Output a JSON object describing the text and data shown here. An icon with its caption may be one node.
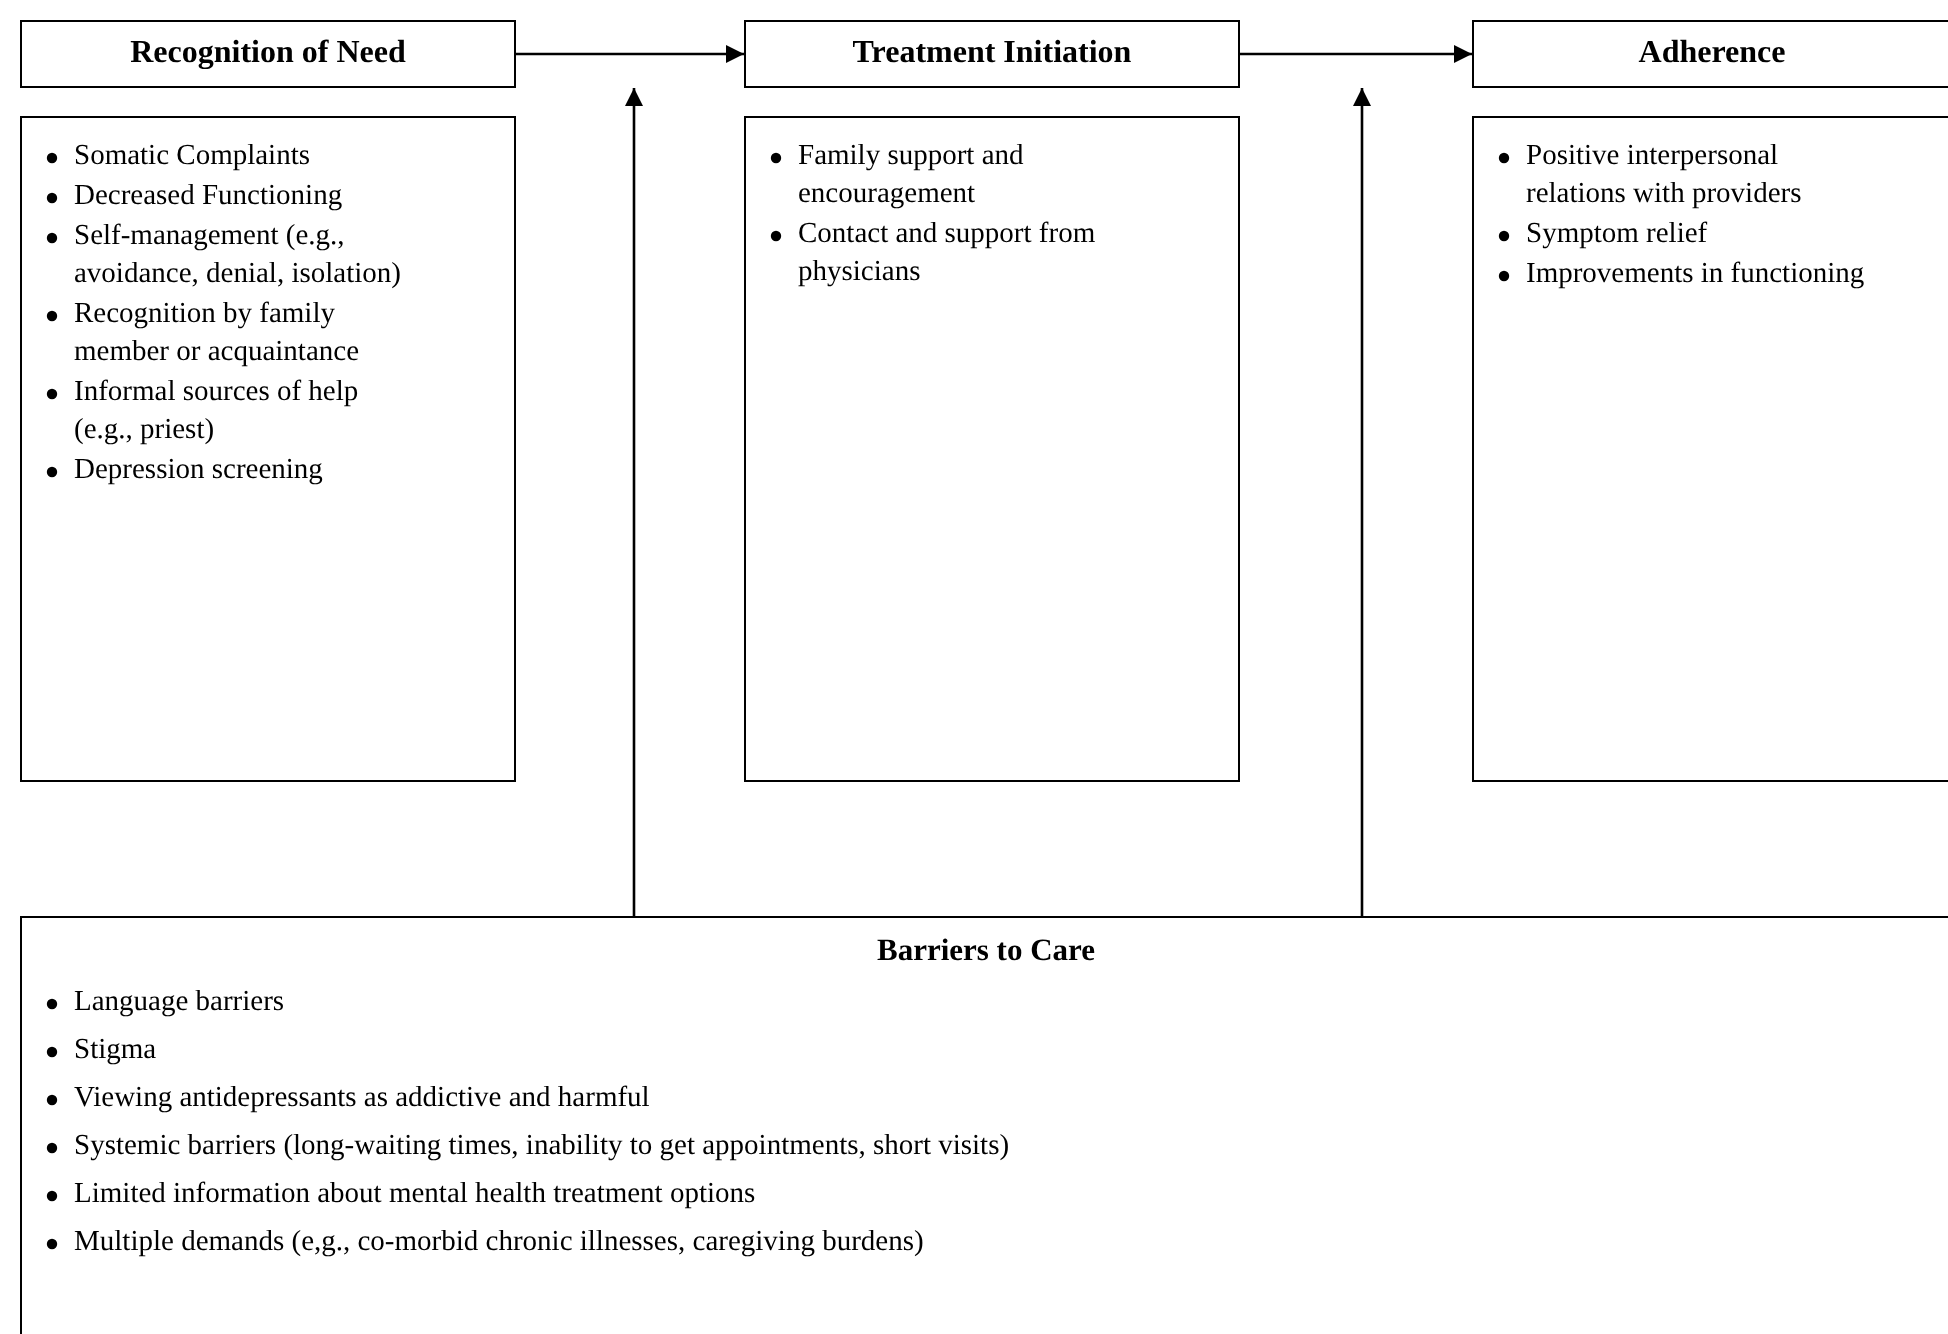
{
  "diagram": {
    "nodes": [
      {
        "text": [
          "Recognition of Need"
        ]
      },
      {
        "text": [
          "Somatic Complaints",
          "Decreased Functioning",
          "Self-management (e.g., avoidance, denial, isolation)",
          "Recognition by family member or acquaintance",
          "Informal sources of help (e.g., priest)",
          "Depression screening"
        ]
      },
      {
        "text": [
          "Treatment Initiation"
        ]
      },
      {
        "text": [
          "Family support and encouragement",
          "Contact and support from physicians"
        ]
      },
      {
        "text": [
          "Adherence"
        ]
      },
      {
        "text": [
          "Positive interpersonal relations with providers",
          "Symptom relief",
          "Improvements in functioning"
        ]
      },
      {
        "text": [
          "Barriers to Care",
          "Language barriers",
          "Stigma",
          "Viewing antidepressants as addictive and harmful",
          "Systemic barriers (long-waiting times, inability to get appointments, short visits)",
          "Limited information about mental health treatment options",
          "Multiple demands (e,g., co-morbid chronic illnesses, caregiving burdens)"
        ]
      }
    ],
    "edges": [
      {
        "from": 0,
        "to": 2,
        "arrow": "to"
      },
      {
        "from": 2,
        "to": 4,
        "arrow": "to"
      },
      {
        "from": 6,
        "to": null,
        "arrow": "to"
      },
      {
        "from": 6,
        "to": null,
        "arrow": "to"
      }
    ]
  }
}
